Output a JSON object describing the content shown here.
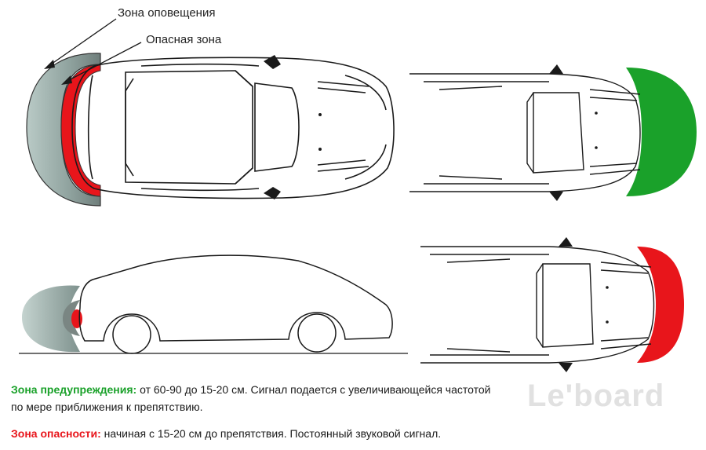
{
  "callouts": {
    "warning_zone": "Зона оповещения",
    "danger_zone": "Опасная зона"
  },
  "legend": {
    "warning": {
      "term": "Зона предупреждения:",
      "text_line1": " от 60-90 до 15-20 см. Сигнал подается с увеличивающейся частотой",
      "text_line2": "по мере приближения к препятствию."
    },
    "danger": {
      "term": "Зона опасности:",
      "text": " начиная с 15-20 см до препятствия. Постоянный звуковой сигнал."
    }
  },
  "watermark": "Le'board",
  "colors": {
    "warning_zone": "#1aa12a",
    "danger_zone": "#e8151b",
    "alert_zone_gray": "#8fa8a4",
    "outline": "#1a1a1a"
  },
  "panels": {
    "top_left": "car-top-view-with-both-zones",
    "top_right": "car-rear-warning-zone",
    "bottom_left": "car-side-view-with-zones",
    "bottom_right": "car-rear-danger-zone"
  }
}
